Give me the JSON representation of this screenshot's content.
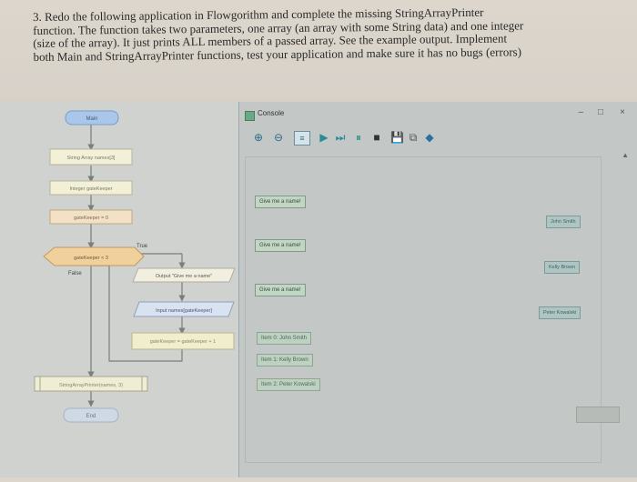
{
  "question": {
    "lines": [
      "3. Redo the following application in Flowgorithm and complete the missing StringArrayPrinter",
      "function. The function takes two parameters, one array (an array with some String data) and one integer",
      "(size of the array). It just prints ALL members of a passed array. See the example output. Implement",
      "both Main and StringArrayPrinter functions, test your application and make sure it has no bugs (errors)"
    ]
  },
  "flowchart": {
    "start": "Main",
    "declare_array": "String Array names[3]",
    "declare_int": "Integer gateKeeper",
    "assign": "gateKeeper = 0",
    "loop_condition": "gateKeeper < 3",
    "true_label": "True",
    "false_label": "False",
    "output": "Output \"Give me a name\"",
    "input": "Input names[gateKeeper]",
    "increment": "gateKeeper = gateKeeper + 1",
    "call": "StringArrayPrinter(names, 3)",
    "end": "End"
  },
  "console": {
    "title": "Console",
    "window_controls": {
      "minimize": "–",
      "maximize": "□",
      "close": "×"
    },
    "prompts": [
      "Give me a name!",
      "Give me a name!",
      "Give me a name!"
    ],
    "replies": [
      "John Smith",
      "Kelly Brown",
      "Peter Kowalski"
    ],
    "outputs": [
      "Item 0: John Smith",
      "Item 1: Kelly Brown",
      "Item 2: Peter Kowalski"
    ],
    "toolbar_icons": [
      "zoom-in-icon",
      "zoom-out-icon",
      "layout-icon",
      "run-icon",
      "step-icon",
      "pause-icon",
      "stop-icon",
      "save-icon",
      "copy-icon",
      "diamond-icon"
    ]
  }
}
